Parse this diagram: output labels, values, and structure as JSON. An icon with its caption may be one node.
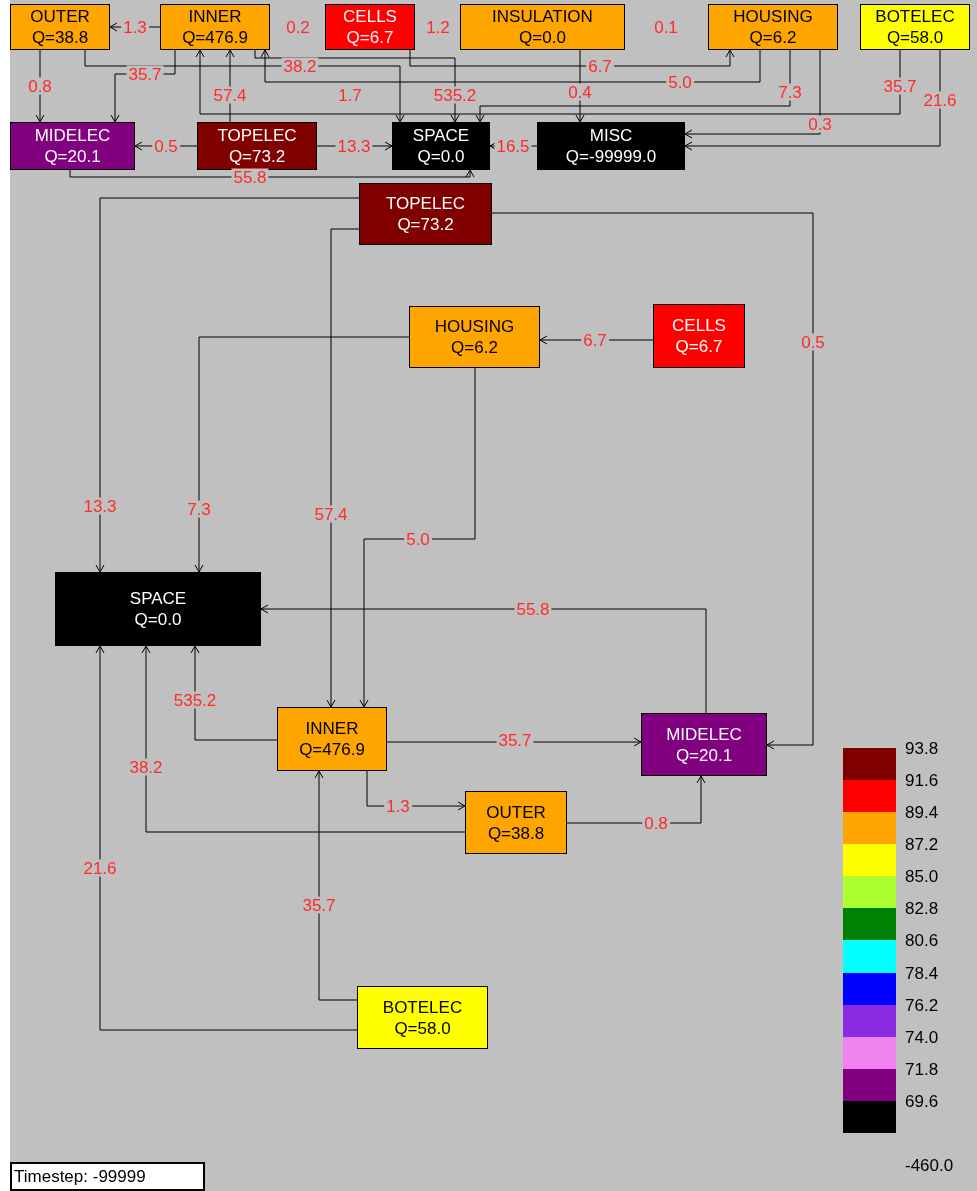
{
  "diagram": {
    "nodes": [
      {
        "text": [
          "OUTER",
          "Q=38.8"
        ]
      },
      {
        "text": [
          "INNER",
          "Q=476.9"
        ]
      },
      {
        "text": [
          "CELLS",
          "Q=6.7"
        ]
      },
      {
        "text": [
          "INSULATION",
          "Q=0.0"
        ]
      },
      {
        "text": [
          "HOUSING",
          "Q=6.2"
        ]
      },
      {
        "text": [
          "BOTELEC",
          "Q=58.0"
        ]
      },
      {
        "text": [
          "MIDELEC",
          "Q=20.1"
        ]
      },
      {
        "text": [
          "TOPELEC",
          "Q=73.2"
        ]
      },
      {
        "text": [
          "SPACE",
          "Q=0.0"
        ]
      },
      {
        "text": [
          "MISC",
          "Q=-99999.0"
        ]
      },
      {
        "text": [
          "TOPELEC",
          "Q=73.2"
        ]
      },
      {
        "text": [
          "HOUSING",
          "Q=6.2"
        ]
      },
      {
        "text": [
          "CELLS",
          "Q=6.7"
        ]
      },
      {
        "text": [
          "SPACE",
          "Q=0.0"
        ]
      },
      {
        "text": [
          "INNER",
          "Q=476.9"
        ]
      },
      {
        "text": [
          "MIDELEC",
          "Q=20.1"
        ]
      },
      {
        "text": [
          "OUTER",
          "Q=38.8"
        ]
      },
      {
        "text": [
          "BOTELEC",
          "Q=58.0"
        ]
      }
    ],
    "edges": [
      {
        "from": 1,
        "to": 0,
        "label": "1.3",
        "arrow": "to"
      },
      {
        "from": 0,
        "to": 6,
        "label": "0.8",
        "arrow": "to"
      },
      {
        "from": 1,
        "to": 6,
        "label": "35.7",
        "arrow": "to"
      },
      {
        "from": 7,
        "to": 1,
        "label": "57.4",
        "arrow": "to"
      },
      {
        "from": 1,
        "to": 8,
        "label": "535.2",
        "arrow": "to"
      },
      {
        "from": 0,
        "to": 8,
        "label": "38.2",
        "arrow": "to"
      },
      {
        "from": 7,
        "to": 6,
        "label": "0.5",
        "arrow": "to"
      },
      {
        "from": 7,
        "to": 8,
        "label": "13.3",
        "arrow": "to"
      },
      {
        "from": 6,
        "to": 8,
        "label": "55.8",
        "arrow": "to"
      },
      {
        "from": 4,
        "to": 1,
        "label": "5.0",
        "arrow": "to"
      },
      {
        "from": 2,
        "to": 4,
        "label": "6.7",
        "arrow": "to"
      },
      {
        "from": 4,
        "to": 8,
        "label": "7.3",
        "arrow": "to"
      },
      {
        "from": 5,
        "to": 1,
        "label": "35.7",
        "arrow": "to"
      },
      {
        "from": 5,
        "to": 9,
        "label": "21.6",
        "arrow": "to"
      },
      {
        "from": 4,
        "to": 9,
        "label": "0.3",
        "arrow": "to"
      },
      {
        "from": 9,
        "to": 8,
        "label": "16.5",
        "arrow": "to"
      },
      {
        "from": 3,
        "to": 9,
        "label": "0.4",
        "arrow": "to"
      },
      {
        "from": 10,
        "to": 13,
        "label": "13.3",
        "arrow": "to"
      },
      {
        "from": 10,
        "to": 14,
        "label": "57.4",
        "arrow": "to"
      },
      {
        "from": 10,
        "to": 15,
        "label": "0.5",
        "arrow": "to"
      },
      {
        "from": 12,
        "to": 11,
        "label": "6.7",
        "arrow": "to"
      },
      {
        "from": 11,
        "to": 13,
        "label": "7.3",
        "arrow": "to"
      },
      {
        "from": 11,
        "to": 14,
        "label": "5.0",
        "arrow": "to"
      },
      {
        "from": 15,
        "to": 13,
        "label": "55.8",
        "arrow": "to"
      },
      {
        "from": 14,
        "to": 13,
        "label": "535.2",
        "arrow": "to"
      },
      {
        "from": 14,
        "to": 15,
        "label": "35.7",
        "arrow": "to"
      },
      {
        "from": 14,
        "to": 16,
        "label": "1.3",
        "arrow": "to"
      },
      {
        "from": 16,
        "to": 13,
        "label": "38.2",
        "arrow": "to"
      },
      {
        "from": 16,
        "to": 15,
        "label": "0.8",
        "arrow": "to"
      },
      {
        "from": 17,
        "to": 14,
        "label": "35.7",
        "arrow": "to"
      },
      {
        "from": 17,
        "to": 13,
        "label": "21.6",
        "arrow": "to"
      }
    ],
    "labels": [
      "0.2",
      "1.2",
      "0.1",
      "1.7",
      "-460.0",
      "Timestep: -99999"
    ],
    "legend": [
      {
        "text": "93.8",
        "color": "#800000"
      },
      {
        "text": "91.6",
        "color": "#ff0000"
      },
      {
        "text": "89.4",
        "color": "#ffa500"
      },
      {
        "text": "87.2",
        "color": "#ffff00"
      },
      {
        "text": "85.0",
        "color": "#adff2f"
      },
      {
        "text": "82.8",
        "color": "#008000"
      },
      {
        "text": "80.6",
        "color": "#00ffff"
      },
      {
        "text": "78.4",
        "color": "#0000ff"
      },
      {
        "text": "76.2",
        "color": "#8a2be2"
      },
      {
        "text": "74.0",
        "color": "#ee82ee"
      },
      {
        "text": "71.8",
        "color": "#800080"
      },
      {
        "text": "69.6",
        "color": "#000000"
      }
    ]
  }
}
